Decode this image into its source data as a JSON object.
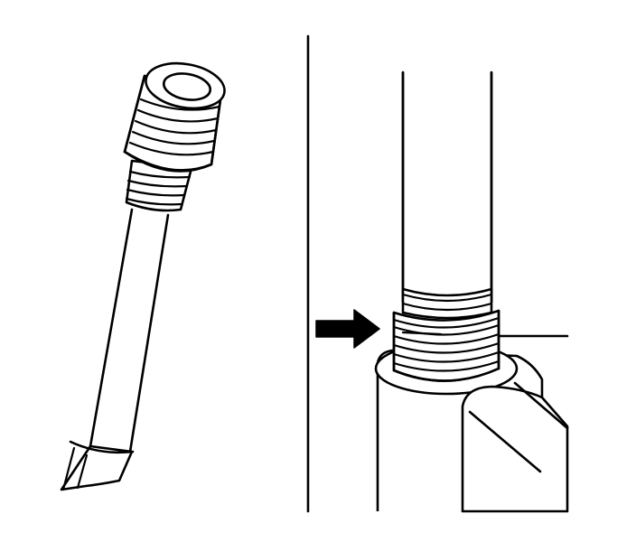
{
  "illustration": {
    "panels": [
      "tool-panel",
      "installation-panel"
    ],
    "arrow_direction": "right",
    "colors": {
      "ink": "#000000",
      "paper": "#ffffff"
    }
  }
}
